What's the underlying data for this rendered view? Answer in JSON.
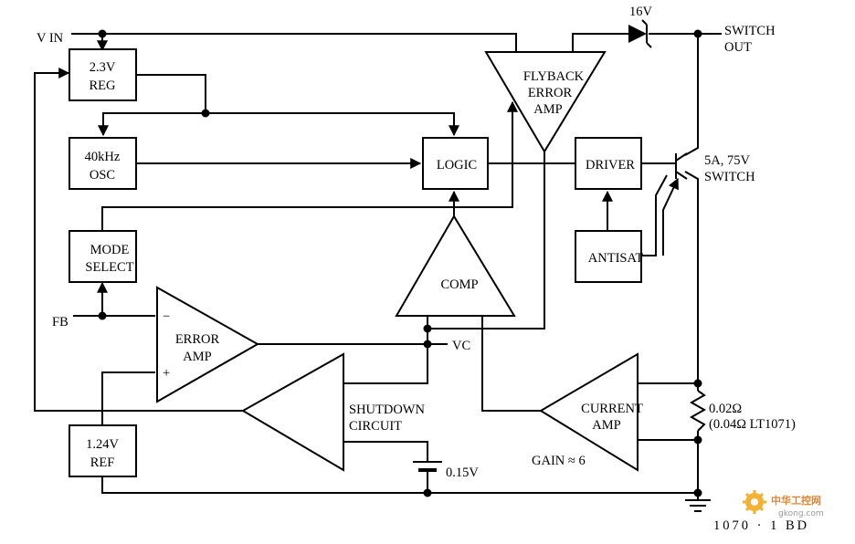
{
  "labels": {
    "vin": "V IN",
    "fb": "FB",
    "vc": "VC",
    "switch_out_1": "SWITCH",
    "switch_out_2": "OUT",
    "zener": "16V",
    "switch_1": "5A, 75V",
    "switch_2": "SWITCH",
    "sense_1": "0.02Ω",
    "sense_2": "(0.04Ω LT1071)",
    "gain": "GAIN ≈ 6",
    "shutdown_v": "0.15V",
    "part_no": "1070 · 1 BD",
    "minus": "−",
    "plus": "+"
  },
  "blocks": {
    "reg": [
      "2.3V",
      "REG"
    ],
    "osc": [
      "40kHz",
      "OSC"
    ],
    "logic": [
      "LOGIC"
    ],
    "driver": [
      "DRIVER"
    ],
    "mode": [
      "MODE",
      "SELECT"
    ],
    "antisat": [
      "ANTISAT"
    ],
    "ref": [
      "1.24V",
      "REF"
    ],
    "flyback": [
      "FLYBACK",
      "ERROR",
      "AMP"
    ],
    "comp": [
      "COMP"
    ],
    "error_amp": [
      "ERROR",
      "AMP"
    ],
    "shutdown": [
      "SHUTDOWN",
      "CIRCUIT"
    ],
    "current_amp": [
      "CURRENT",
      "AMP"
    ]
  },
  "watermark": {
    "name": "中华工控网",
    "url": "gkong.com",
    "colors": [
      "#e8832a",
      "#f2b233",
      "#c0392b"
    ]
  }
}
